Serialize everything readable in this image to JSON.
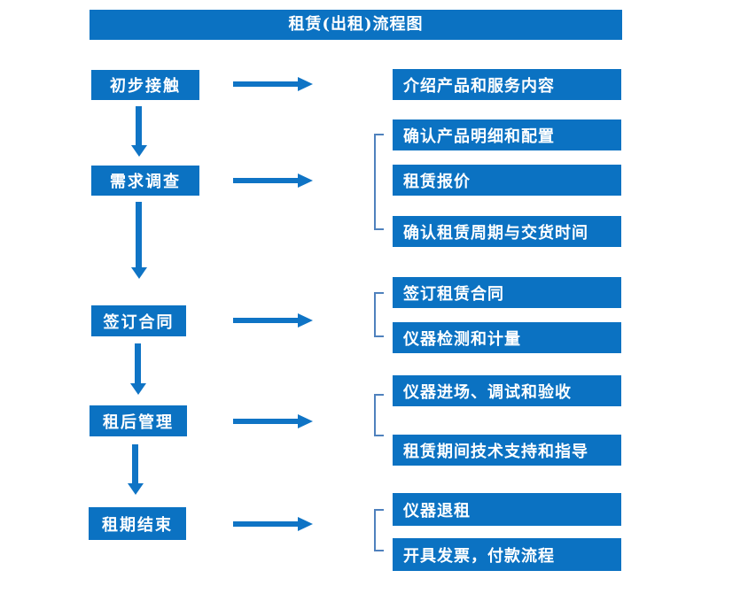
{
  "title": "租赁(出租)流程图",
  "stages": [
    {
      "label": "初步接触",
      "details": [
        "介绍产品和服务内容"
      ]
    },
    {
      "label": "需求调查",
      "details": [
        "确认产品明细和配置",
        "租赁报价",
        "确认租赁周期与交货时间"
      ]
    },
    {
      "label": "签订合同",
      "details": [
        "签订租赁合同",
        "仪器检测和计量"
      ]
    },
    {
      "label": "租后管理",
      "details": [
        "仪器进场、调试和验收",
        "租赁期间技术支持和指导"
      ]
    },
    {
      "label": "租期结束",
      "details": [
        "仪器退租",
        "开具发票，付款流程"
      ]
    }
  ],
  "colors": {
    "box_blue": "#0b72c2",
    "arrow_blue": "#0f74c5",
    "bracket_blue": "#4f81bd",
    "text_white": "#ffffff",
    "bg": "#ffffff"
  }
}
